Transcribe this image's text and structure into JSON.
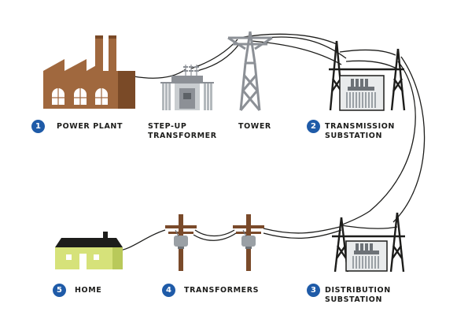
{
  "colors": {
    "badge": "#1f5ba8",
    "factory": "#a0683e",
    "factory_dark": "#7a4a27",
    "transformer_grey": "#9aa0a5",
    "tower_grey": "#8c9096",
    "pole_brown": "#7a4a2a",
    "home_wall": "#d6e27a",
    "home_roof": "#1d1d1b",
    "wire": "#1d1d1b"
  },
  "stages": [
    {
      "number": "1",
      "lines": [
        "POWER PLANT"
      ],
      "icon": "power-plant-icon"
    },
    {
      "number": "",
      "lines": [
        "STEP-UP",
        "TRANSFORMER"
      ],
      "icon": "step-up-transformer-icon"
    },
    {
      "number": "",
      "lines": [
        "TOWER"
      ],
      "icon": "transmission-tower-icon"
    },
    {
      "number": "2",
      "lines": [
        "TRANSMISSION",
        "SUBSTATION"
      ],
      "icon": "transmission-substation-icon"
    },
    {
      "number": "3",
      "lines": [
        "DISTRIBUTION",
        "SUBSTATION"
      ],
      "icon": "distribution-substation-icon"
    },
    {
      "number": "4",
      "lines": [
        "TRANSFORMERS"
      ],
      "icon": "pole-transformer-icon"
    },
    {
      "number": "5",
      "lines": [
        "HOME"
      ],
      "icon": "home-icon"
    }
  ]
}
